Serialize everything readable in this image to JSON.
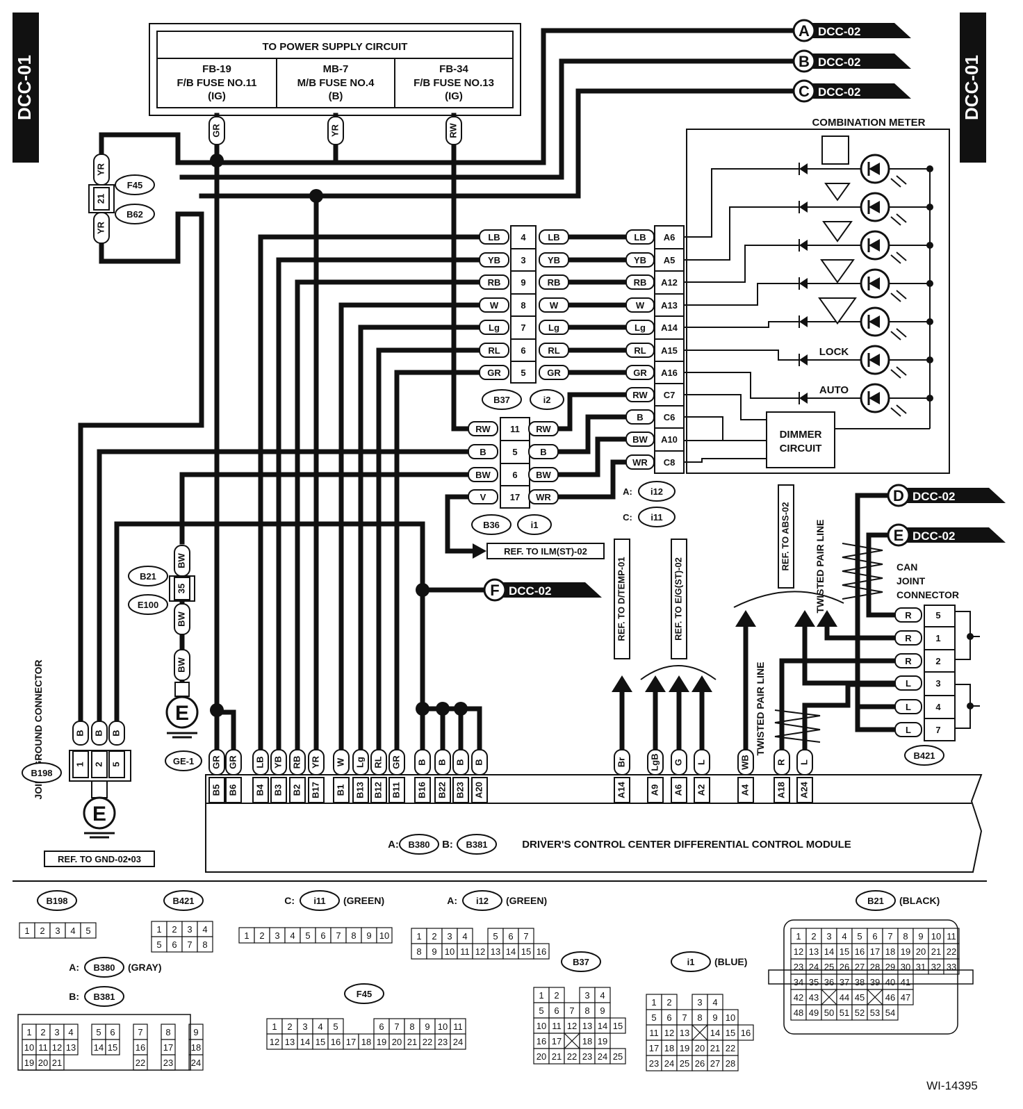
{
  "page": {
    "code_left": "DCC-01",
    "code_right": "DCC-01",
    "figure_id": "WI-14395"
  },
  "power": {
    "title": "TO POWER SUPPLY CIRCUIT",
    "fuses": [
      {
        "line1": "FB-19",
        "line2": "F/B FUSE NO.11",
        "line3": "(IG)"
      },
      {
        "line1": "MB-7",
        "line2": "M/B FUSE NO.4",
        "line3": "(B)"
      },
      {
        "line1": "FB-34",
        "line2": "F/B FUSE NO.13",
        "line3": "(IG)"
      }
    ]
  },
  "offpage": [
    {
      "letter": "A",
      "ref": "DCC-02"
    },
    {
      "letter": "B",
      "ref": "DCC-02"
    },
    {
      "letter": "C",
      "ref": "DCC-02"
    },
    {
      "letter": "D",
      "ref": "DCC-02"
    },
    {
      "letter": "E",
      "ref": "DCC-02"
    },
    {
      "letter": "F",
      "ref": "DCC-02"
    }
  ],
  "meter": {
    "title": "COMBINATION METER",
    "lock": "LOCK",
    "auto": "AUTO",
    "dimmer": [
      "DIMMER",
      "CIRCUIT"
    ],
    "pins": [
      {
        "color": "LB",
        "pin": "A6"
      },
      {
        "color": "YB",
        "pin": "A5"
      },
      {
        "color": "RB",
        "pin": "A12"
      },
      {
        "color": "W",
        "pin": "A13"
      },
      {
        "color": "Lg",
        "pin": "A14"
      },
      {
        "color": "RL",
        "pin": "A15"
      },
      {
        "color": "GR",
        "pin": "A16"
      },
      {
        "color": "RW",
        "pin": "C7"
      },
      {
        "color": "B",
        "pin": "C6"
      },
      {
        "color": "BW",
        "pin": "A10"
      },
      {
        "color": "WR",
        "pin": "C8"
      }
    ],
    "conn_a": "A:",
    "conn_a_id": "i12",
    "conn_c": "C:",
    "conn_c_id": "i11"
  },
  "b37": {
    "id": "B37",
    "mate": "i2",
    "rows": [
      {
        "left": "LB",
        "pin": "4",
        "right": "LB"
      },
      {
        "left": "YB",
        "pin": "3",
        "right": "YB"
      },
      {
        "left": "RB",
        "pin": "9",
        "right": "RB"
      },
      {
        "left": "W",
        "pin": "8",
        "right": "W"
      },
      {
        "left": "Lg",
        "pin": "7",
        "right": "Lg"
      },
      {
        "left": "RL",
        "pin": "6",
        "right": "RL"
      },
      {
        "left": "GR",
        "pin": "5",
        "right": "GR"
      }
    ]
  },
  "b36": {
    "id": "B36",
    "mate": "i1",
    "rows": [
      {
        "left": "RW",
        "pin": "11",
        "right": "RW"
      },
      {
        "left": "B",
        "pin": "5",
        "right": "B"
      },
      {
        "left": "BW",
        "pin": "6",
        "right": "BW"
      },
      {
        "left": "V",
        "pin": "17",
        "right": "WR"
      }
    ]
  },
  "refs": {
    "ilm": "REF. TO ILM(ST)-02",
    "dtemp": "REF. TO D/TEMP-01",
    "egst": "REF. TO E/G(ST)-02",
    "abs": "REF. TO ABS-02",
    "gnd": "REF. TO GND-02•03"
  },
  "f45": {
    "top": "YR",
    "pin": "21",
    "bottom": "YR",
    "id1": "F45",
    "id2": "B62"
  },
  "b21": {
    "top": "BW",
    "pin": "35",
    "bottom": "BW",
    "id1": "B21",
    "id2": "E100",
    "ground_wire": "BW",
    "ground": "GE-1"
  },
  "joint_ground": {
    "label": "JOINT GROUND CONNECTOR",
    "id": "B198",
    "wires": [
      "B",
      "B",
      "B"
    ],
    "pins": [
      "1",
      "2",
      "5"
    ]
  },
  "power_wires": [
    "GR",
    "YR",
    "RW"
  ],
  "can": {
    "twisted1": "TWISTED PAIR LINE",
    "twisted2": "TWISTED PAIR LINE",
    "title": [
      "CAN",
      "JOINT",
      "CONNECTOR"
    ],
    "id": "B421",
    "rows": [
      {
        "color": "R",
        "pin": "5"
      },
      {
        "color": "R",
        "pin": "1"
      },
      {
        "color": "R",
        "pin": "2"
      },
      {
        "color": "L",
        "pin": "3"
      },
      {
        "color": "L",
        "pin": "4"
      },
      {
        "color": "L",
        "pin": "7"
      }
    ]
  },
  "module": {
    "conn_a": "A:",
    "conn_a_id": "B380",
    "conn_b": "B:",
    "conn_b_id": "B381",
    "name": "DRIVER'S CONTROL CENTER DIFFERENTIAL CONTROL MODULE",
    "terminals": [
      {
        "wire": "GR",
        "pin": "B5"
      },
      {
        "wire": "GR",
        "pin": "B6"
      },
      {
        "wire": "LB",
        "pin": "B4"
      },
      {
        "wire": "YB",
        "pin": "B3"
      },
      {
        "wire": "RB",
        "pin": "B2"
      },
      {
        "wire": "YR",
        "pin": "B17"
      },
      {
        "wire": "W",
        "pin": "B1"
      },
      {
        "wire": "Lg",
        "pin": "B13"
      },
      {
        "wire": "RL",
        "pin": "B12"
      },
      {
        "wire": "GR",
        "pin": "B11"
      },
      {
        "wire": "B",
        "pin": "B16"
      },
      {
        "wire": "B",
        "pin": "B22"
      },
      {
        "wire": "B",
        "pin": "B23"
      },
      {
        "wire": "B",
        "pin": "A20"
      },
      {
        "wire": "Br",
        "pin": "A14"
      },
      {
        "wire": "LgB",
        "pin": "A9"
      },
      {
        "wire": "G",
        "pin": "A6"
      },
      {
        "wire": "L",
        "pin": "A2"
      },
      {
        "wire": "WB",
        "pin": "A4"
      },
      {
        "wire": "R",
        "pin": "A18"
      },
      {
        "wire": "L",
        "pin": "A24"
      }
    ],
    "twisted": "TWISTED PAIR LINE"
  },
  "connectors": {
    "b198": {
      "id": "B198",
      "rows": [
        [
          "1",
          "2",
          "3",
          "4",
          "5"
        ]
      ]
    },
    "b421": {
      "id": "B421",
      "rows": [
        [
          "1",
          "2",
          "3",
          "4"
        ],
        [
          "5",
          "6",
          "7",
          "8"
        ]
      ]
    },
    "i11": {
      "prefix": "C:",
      "id": "i11",
      "color": "(GREEN)",
      "rows": [
        [
          "1",
          "2",
          "3",
          "4",
          "5",
          "6",
          "7",
          "8",
          "9",
          "10"
        ]
      ]
    },
    "i12": {
      "prefix": "A:",
      "id": "i12",
      "color": "(GREEN)",
      "rows": [
        [
          "1",
          "2",
          "3",
          "4",
          "",
          "5",
          "6",
          "7"
        ],
        [
          "8",
          "9",
          "10",
          "11",
          "12",
          "13",
          "14",
          "15",
          "16"
        ]
      ]
    },
    "b21": {
      "id": "B21",
      "color": "(BLACK)",
      "rows": [
        [
          "1",
          "2",
          "3",
          "4",
          "5",
          "6",
          "7",
          "8",
          "9",
          "10",
          "11"
        ],
        [
          "12",
          "13",
          "14",
          "15",
          "16",
          "17",
          "18",
          "19",
          "20",
          "21",
          "22"
        ],
        [
          "23",
          "24",
          "25",
          "26",
          "27",
          "28",
          "29",
          "30",
          "31",
          "32",
          "33"
        ],
        [
          "34",
          "35",
          "36",
          "37",
          "38",
          "39",
          "40",
          "41"
        ],
        [
          "42",
          "43",
          "X",
          "44",
          "45",
          "X",
          "46",
          "47"
        ],
        [
          "48",
          "49",
          "50",
          "51",
          "52",
          "53",
          "54"
        ]
      ]
    },
    "b380": {
      "prefix": "A:",
      "id": "B380",
      "color": "(GRAY)"
    },
    "b381": {
      "prefix": "B:",
      "id": "B381",
      "rows": [
        [
          "1",
          "2",
          "3",
          "4",
          "",
          "5",
          "6",
          "",
          "7",
          "",
          "8",
          "",
          "9"
        ],
        [
          "10",
          "11",
          "12",
          "13",
          "",
          "14",
          "15",
          "",
          "16",
          "",
          "17",
          "",
          "18"
        ],
        [
          "19",
          "20",
          "21",
          "",
          "",
          "",
          "",
          "",
          "22",
          "",
          "23",
          "",
          "24"
        ]
      ]
    },
    "f45": {
      "id": "F45",
      "rows": [
        [
          "1",
          "2",
          "3",
          "4",
          "5",
          "",
          "",
          "6",
          "7",
          "8",
          "9",
          "10",
          "11"
        ],
        [
          "12",
          "13",
          "14",
          "15",
          "16",
          "17",
          "18",
          "19",
          "20",
          "21",
          "22",
          "23",
          "24"
        ]
      ]
    },
    "b37": {
      "id": "B37",
      "rows": [
        [
          "1",
          "2",
          "",
          "3",
          "4"
        ],
        [
          "5",
          "6",
          "7",
          "8",
          "9"
        ],
        [
          "10",
          "11",
          "12",
          "13",
          "14",
          "15"
        ],
        [
          "16",
          "17",
          "X",
          "18",
          "19"
        ],
        [
          "20",
          "21",
          "22",
          "23",
          "24",
          "25"
        ]
      ]
    },
    "i1": {
      "id": "i1",
      "color": "(BLUE)",
      "rows": [
        [
          "1",
          "2",
          "",
          "3",
          "4"
        ],
        [
          "5",
          "6",
          "7",
          "8",
          "9",
          "10"
        ],
        [
          "11",
          "12",
          "13",
          "X",
          "14",
          "15",
          "16"
        ],
        [
          "17",
          "18",
          "19",
          "20",
          "21",
          "22"
        ],
        [
          "23",
          "24",
          "25",
          "26",
          "27",
          "28"
        ]
      ]
    }
  }
}
